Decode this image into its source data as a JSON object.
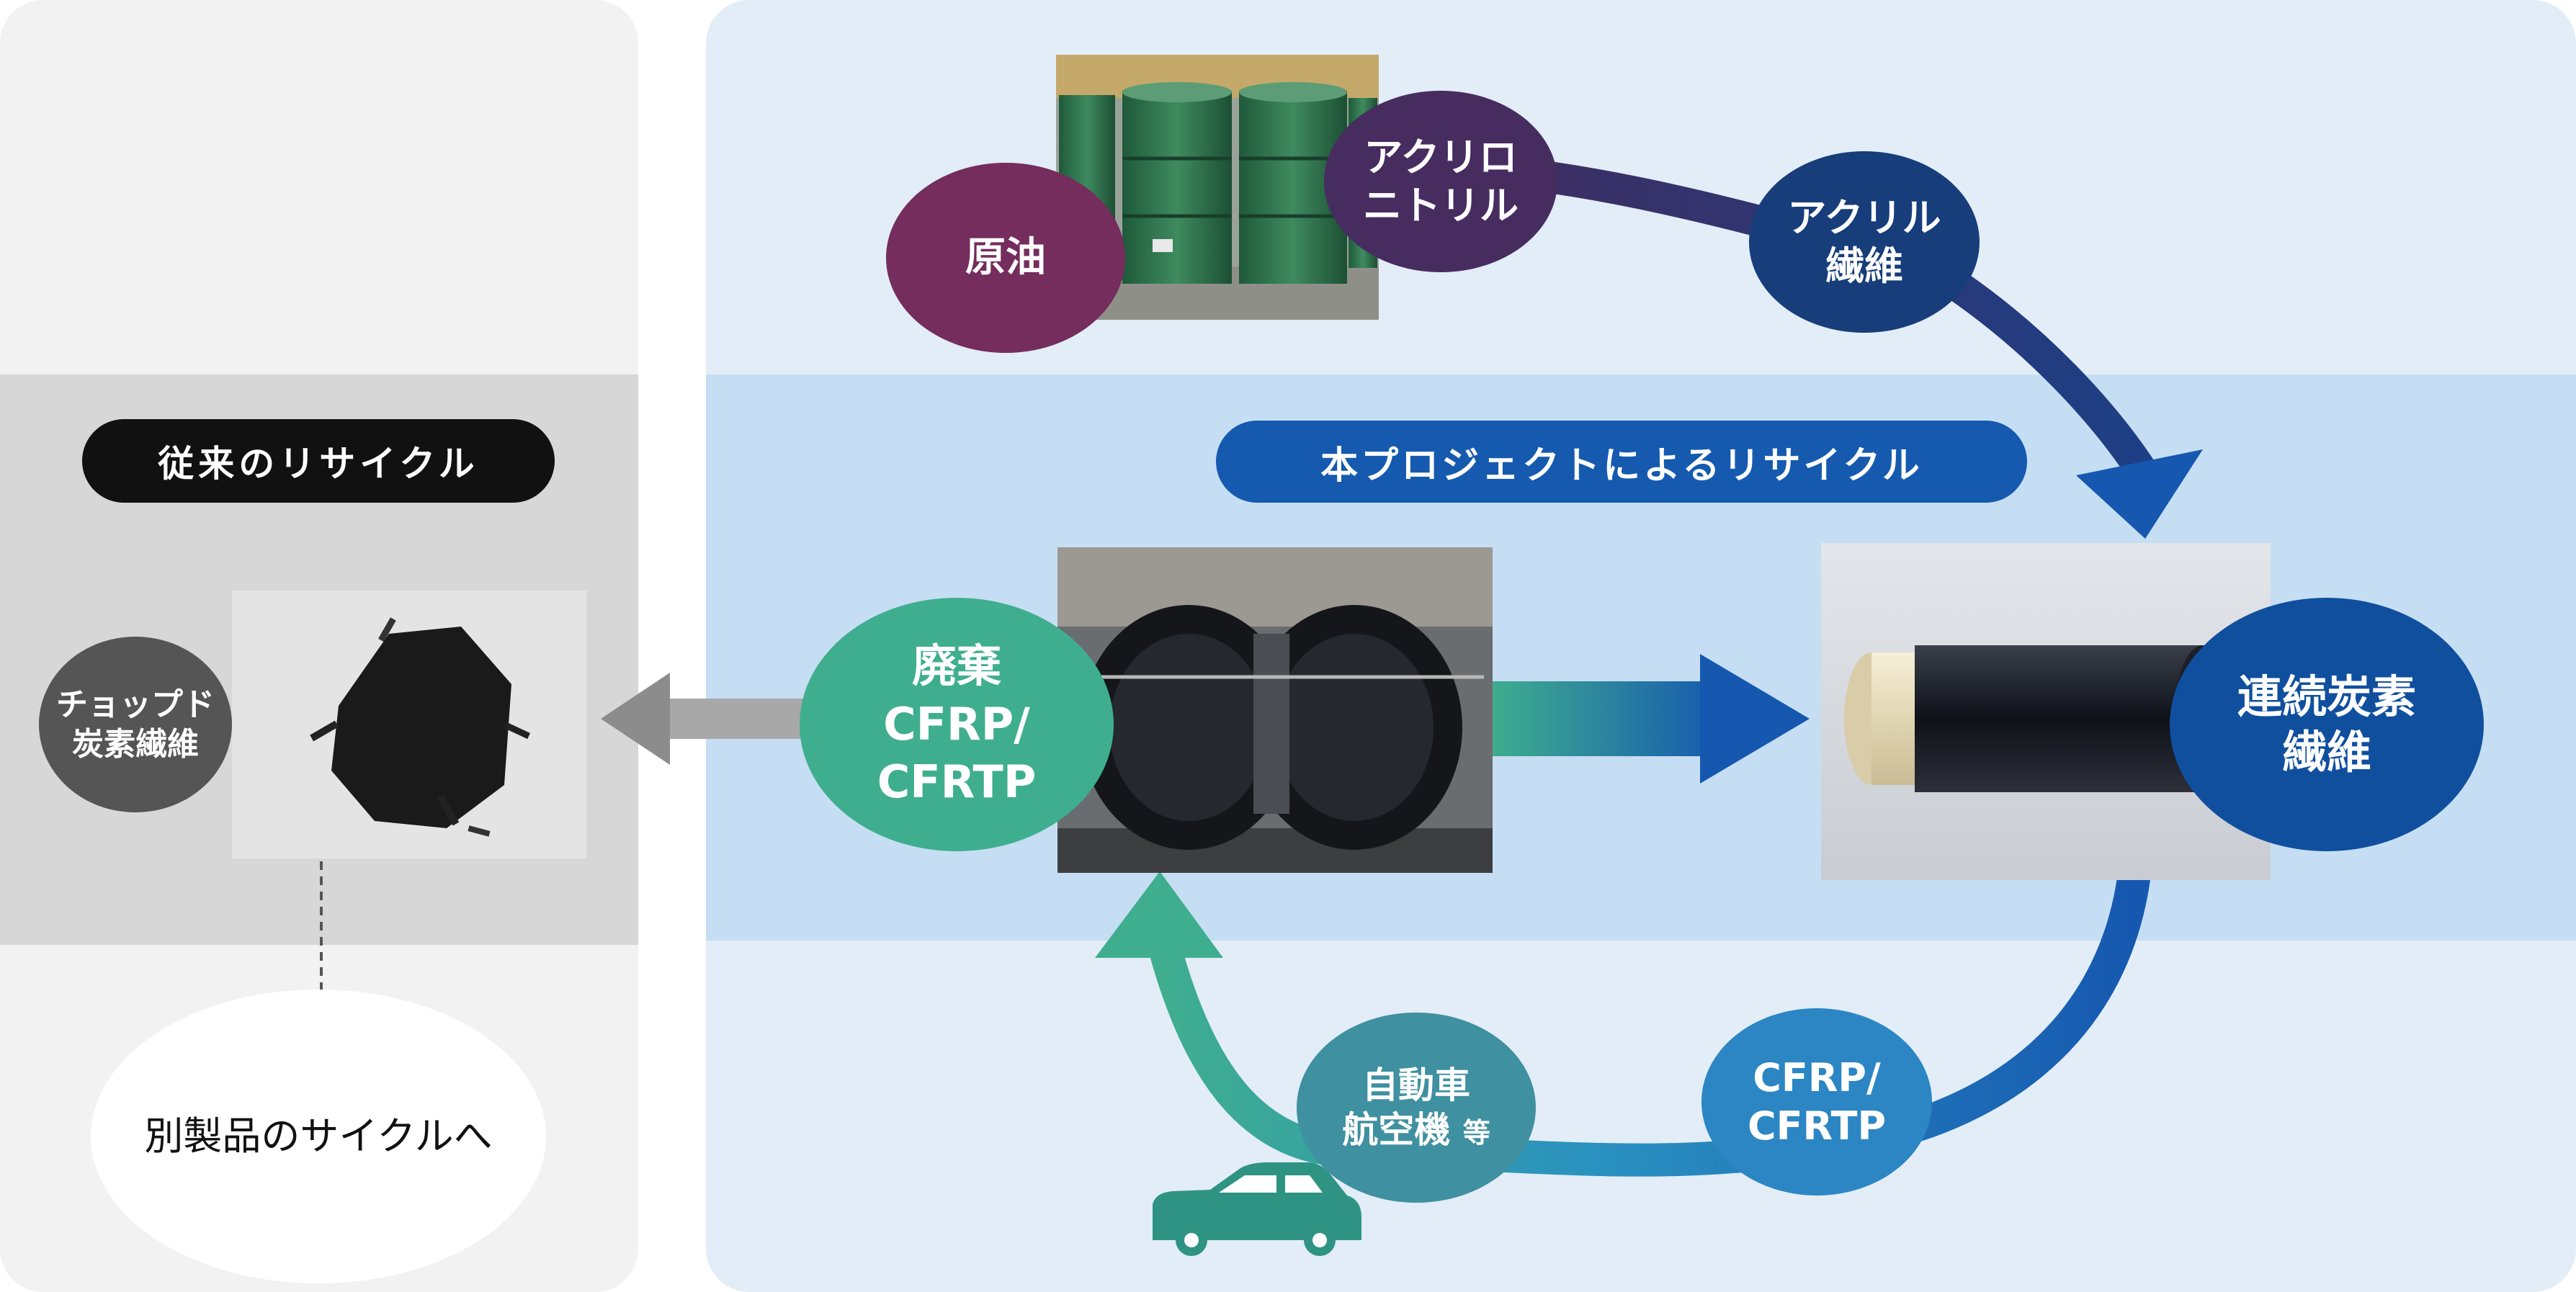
{
  "legacy": {
    "title": "従来のリサイクル",
    "chopped_node": [
      "チョップド",
      "炭素繊維"
    ],
    "other_cycle": "別製品のサイクルへ"
  },
  "project": {
    "title": "本プロジェクトによるリサイクル",
    "nodes": {
      "crude_oil": [
        "原油"
      ],
      "acrylonitrile": [
        "アクリロ",
        "ニトリル"
      ],
      "acrylic_fiber": [
        "アクリル",
        "繊維"
      ],
      "continuous_cf": [
        "連続炭素",
        "繊維"
      ],
      "cfrp_product": [
        "CFRP/",
        "CFRTP"
      ],
      "usage": [
        "自動車",
        "航空機"
      ],
      "usage_suffix": "等",
      "waste": [
        "廃棄",
        "CFRP/",
        "CFRTP"
      ]
    }
  },
  "colors": {
    "crude_oil": "#742d5c",
    "acrylonitrile": "#472c60",
    "acrylic_fiber": "#173d7a",
    "continuous_cf": "#104f9e",
    "cfrp_product": "#2c86c4",
    "usage": "#3f90a0",
    "waste": "#3fae8e",
    "chopped": "#555555",
    "project_band": "#c5def3",
    "project_bg": "#e2edf7",
    "legacy_bg": "#f2f2f2",
    "legacy_band": "#d7d7d7"
  }
}
